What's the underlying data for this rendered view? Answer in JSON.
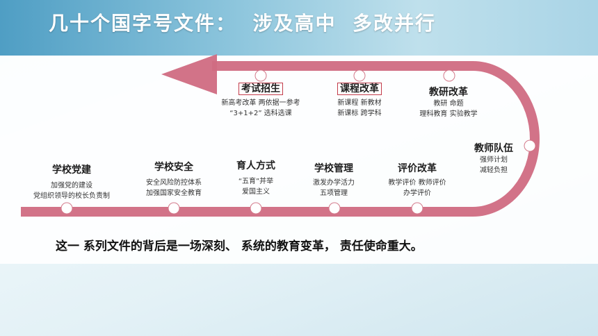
{
  "title": "几十个国字号文件：  涉及高中  多改并行",
  "summary": "这一 系列文件的背后是一场深刻、 系统的教育变革， 责任使命重大。",
  "colors": {
    "track": "#d06b82",
    "header": "#4f9ec4",
    "box_border": "#c23b4a"
  },
  "nodes": {
    "kaoshi": {
      "title": "考试招生",
      "lines": [
        "新高考改革   两依据一参考",
        "“3+1+2”   选科选课"
      ]
    },
    "kecheng": {
      "title": "课程改革",
      "lines": [
        "新课程   新教材",
        "新课标   跨学科"
      ]
    },
    "jiaoyan": {
      "title": "教研改革",
      "lines": [
        "教研   命题",
        "理科教育   实验教学"
      ]
    },
    "jiaoshi": {
      "title": "教师队伍",
      "lines": [
        "强师计划",
        "减轻负担"
      ]
    },
    "pingjia": {
      "title": "评价改革",
      "lines": [
        "教学评价   教师评价",
        "办学评价"
      ]
    },
    "guanli": {
      "title": "学校管理",
      "lines": [
        "激发办学活力",
        "五项管理"
      ]
    },
    "yuren": {
      "title": "育人方式",
      "lines": [
        "“五育”并举",
        "爱国主义"
      ]
    },
    "anquan": {
      "title": "学校安全",
      "lines": [
        "安全风险防控体系",
        "加强国家安全教育"
      ]
    },
    "dangjian": {
      "title": "学校党建",
      "lines": [
        "加强党的建设",
        "党组织领导的校长负责制"
      ]
    }
  }
}
